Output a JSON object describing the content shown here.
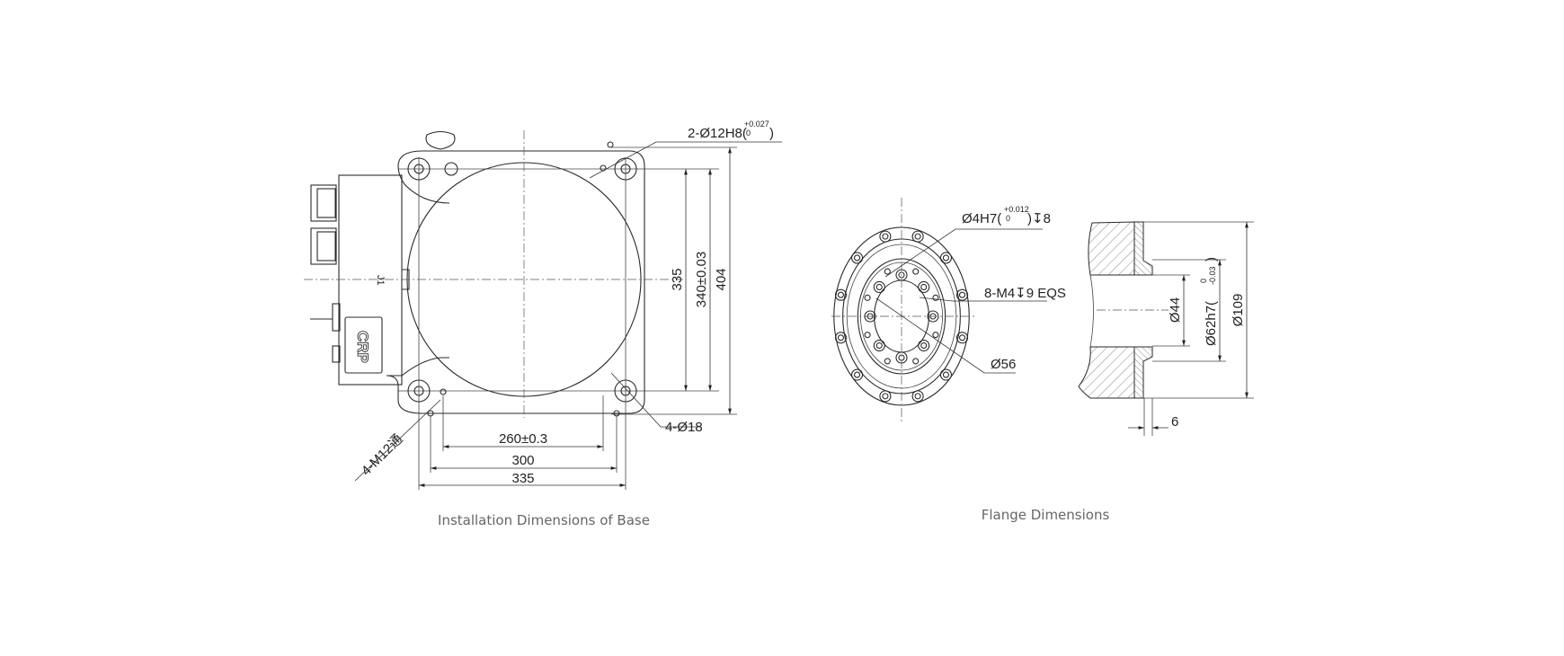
{
  "base": {
    "caption": "Installation Dimensions of Base",
    "logo_text": "CRP",
    "joint_label": "J1",
    "callouts": {
      "pin_holes": "2-Ø12H8",
      "pin_tol_upper": "+0.027",
      "pin_tol_lower": "0",
      "mount_holes": "4-Ø18",
      "threaded_holes": "4-M12通"
    },
    "dimensions": {
      "inner_width": "260±0.3",
      "mid_width": "300",
      "outer_width": "335",
      "inner_height": "335",
      "mid_height": "340±0.03",
      "outer_height": "404"
    }
  },
  "flange": {
    "caption": "Flange Dimensions",
    "callouts": {
      "pin_hole": "Ø4H7",
      "pin_tol_upper": "+0.012",
      "pin_tol_lower": "0",
      "pin_depth": "↧8",
      "threaded_holes": "8-M4↧9 EQS",
      "bolt_circle": "Ø56"
    },
    "dimensions": {
      "bore": "Ø44",
      "spigot": "Ø62h7",
      "spigot_tol_upper": "0",
      "spigot_tol_lower": "-0.03",
      "outer": "Ø109",
      "spigot_depth": "6"
    }
  }
}
